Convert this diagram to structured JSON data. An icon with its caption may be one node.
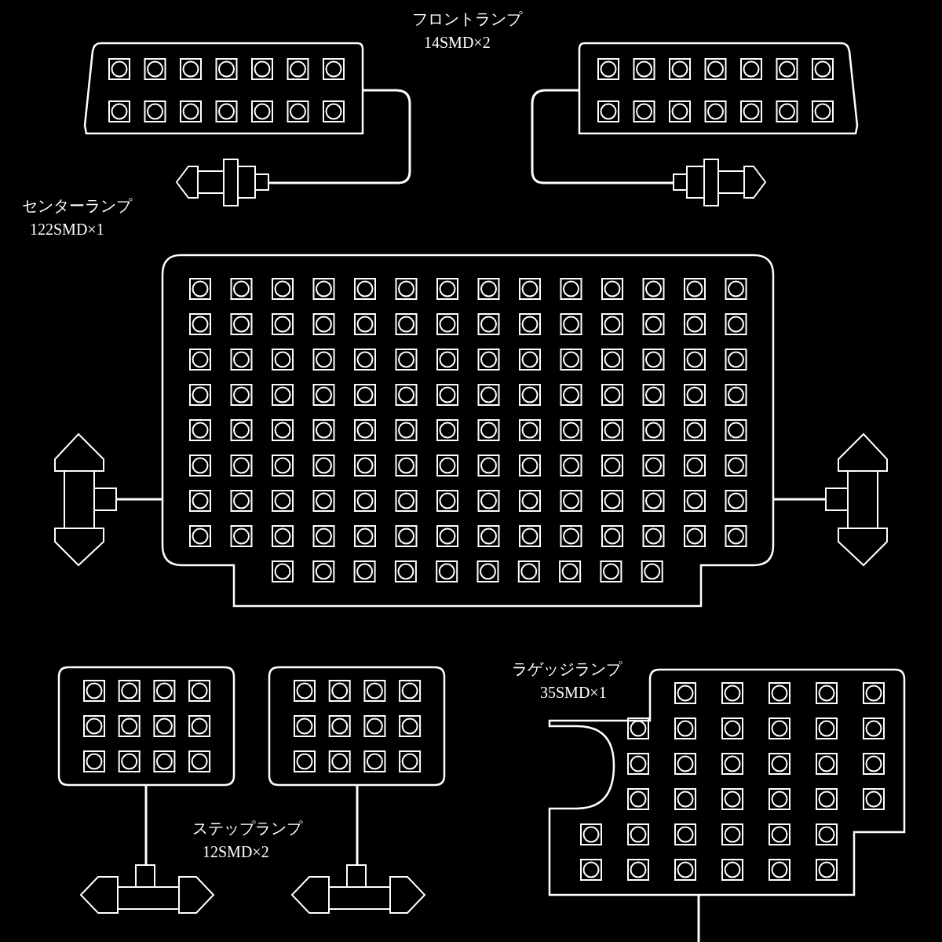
{
  "diagram": {
    "nodes": [
      {
        "text": [],
        "shape": "box"
      },
      {
        "text": [],
        "shape": "box"
      },
      {
        "text": [],
        "shape": "picture"
      },
      {
        "text": [],
        "shape": "picture"
      },
      {
        "text": [],
        "shape": "box"
      },
      {
        "text": [],
        "shape": "picture"
      },
      {
        "text": [],
        "shape": "picture"
      },
      {
        "text": [],
        "shape": "box"
      },
      {
        "text": [],
        "shape": "box"
      },
      {
        "text": [],
        "shape": "box"
      },
      {
        "text": [],
        "shape": "picture"
      },
      {
        "text": [],
        "shape": "picture"
      }
    ],
    "edges": [
      {
        "from": 0,
        "to": 2,
        "arrow": "none"
      },
      {
        "from": 1,
        "to": 3,
        "arrow": "none"
      },
      {
        "from": 4,
        "to": 5,
        "arrow": "none"
      },
      {
        "from": 4,
        "to": 6,
        "arrow": "none"
      },
      {
        "from": 7,
        "to": 10,
        "arrow": "none"
      },
      {
        "from": 8,
        "to": 11,
        "arrow": "none"
      },
      {
        "from": 9,
        "to": null,
        "arrow": "none"
      }
    ],
    "labels": [
      "フロントランプ",
      "14SMD×2",
      "センターランプ",
      "122SMD×1",
      "ラゲッジランプ",
      "35SMD×1",
      "ステップランプ",
      "12SMD×2"
    ]
  }
}
